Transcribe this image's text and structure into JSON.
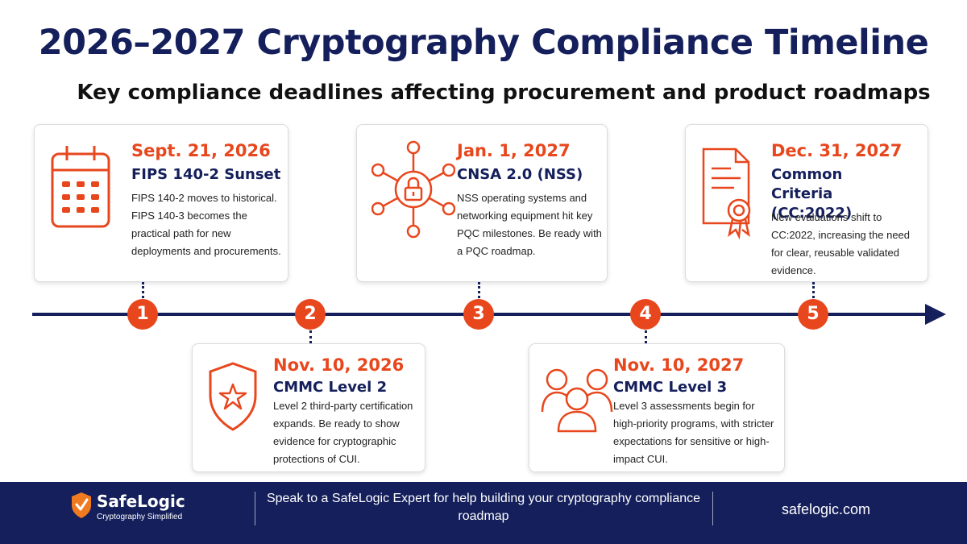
{
  "title": "2026–2027 Cryptography Compliance Timeline",
  "subtitle": "Key compliance deadlines affecting procurement and product roadmaps",
  "colors": {
    "accent": "#e8471d",
    "navy": "#141f5b"
  },
  "milestones": [
    {
      "number": "1",
      "date": "Sept. 21, 2026",
      "name": "FIPS 140-2 Sunset",
      "icon": "calendar-icon",
      "description": "FIPS 140-2 moves to historical. FIPS 140-3 becomes the practical path for new deployments and procurements."
    },
    {
      "number": "2",
      "date": "Nov. 10, 2026",
      "name": "CMMC Level 2",
      "icon": "shield-star-icon",
      "description": "Level 2 third-party certification expands. Be ready to show evidence for cryptographic protections of CUI."
    },
    {
      "number": "3",
      "date": "Jan. 1, 2027",
      "name": "CNSA 2.0 (NSS)",
      "icon": "network-lock-icon",
      "description": "NSS operating systems and networking equipment hit key PQC milestones. Be ready with a PQC roadmap."
    },
    {
      "number": "4",
      "date": "Nov. 10, 2027",
      "name": "CMMC Level 3",
      "icon": "people-group-icon",
      "description": "Level 3 assessments begin for high-priority programs, with stricter expectations for sensitive or high-impact CUI."
    },
    {
      "number": "5",
      "date": "Dec. 31, 2027",
      "name": "Common Criteria (CC:2022)",
      "icon": "certificate-icon",
      "description": "New evaluations shift to CC:2022, increasing the need for clear, reusable validated evidence."
    }
  ],
  "footer": {
    "brand": "SafeLogic",
    "tagline": "Cryptography Simplified",
    "cta": "Speak to a SafeLogic Expert for help building your cryptography compliance roadmap",
    "url": "safelogic.com"
  }
}
